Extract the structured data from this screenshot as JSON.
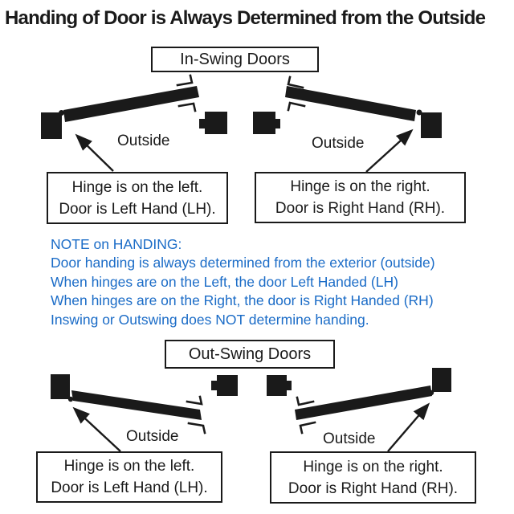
{
  "title": "Handing of Door is Always Determined from the Outside",
  "sections": {
    "in_swing": {
      "label": "In-Swing Doors"
    },
    "out_swing": {
      "label": "Out-Swing Doors"
    }
  },
  "diagrams": {
    "in_swing_left": {
      "outside_label": "Outside",
      "caption_line1": "Hinge is on the left.",
      "caption_line2": "Door is Left Hand (LH)."
    },
    "in_swing_right": {
      "outside_label": "Outside",
      "caption_line1": "Hinge is on the right.",
      "caption_line2": "Door is Right Hand (RH)."
    },
    "out_swing_left": {
      "outside_label": "Outside",
      "caption_line1": "Hinge is on the left.",
      "caption_line2": "Door is Left Hand (LH)."
    },
    "out_swing_right": {
      "outside_label": "Outside",
      "caption_line1": "Hinge is on the right.",
      "caption_line2": "Door is Right Hand (RH)."
    }
  },
  "note": {
    "lines": [
      "NOTE on HANDING:",
      "Door handing is always determined from the exterior (outside)",
      "When hinges are on the Left, the door Left Handed (LH)",
      "When hinges are on the Right, the door is Right Handed (RH)",
      "Inswing or Outswing does NOT determine handing."
    ]
  },
  "colors": {
    "ink": "#1a1a1a",
    "note_blue": "#1b6cc7",
    "background": "#ffffff"
  }
}
